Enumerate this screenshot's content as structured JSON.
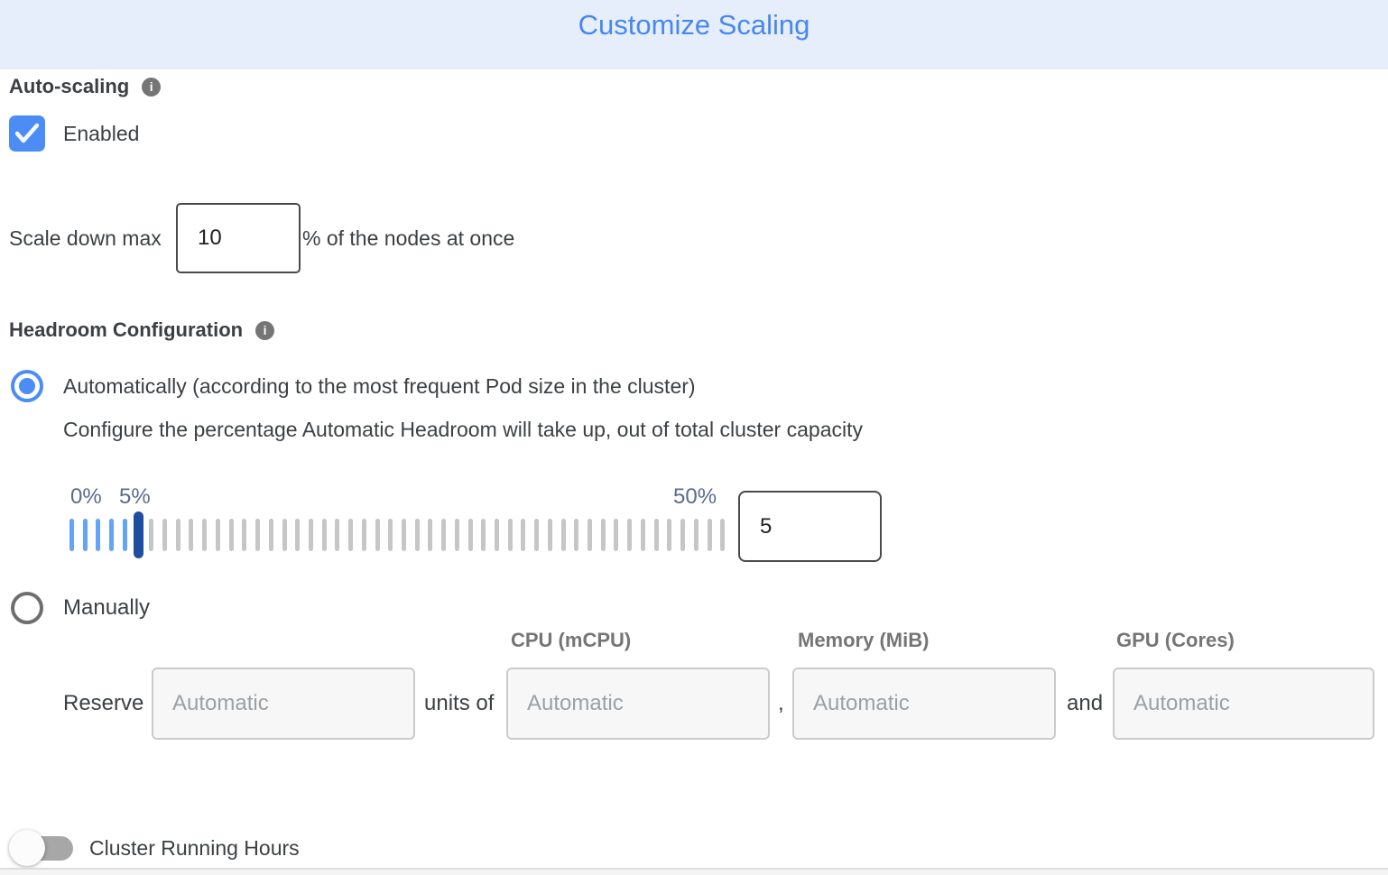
{
  "header": {
    "title": "Customize Scaling"
  },
  "auto_scaling": {
    "section_label": "Auto-scaling",
    "enabled_label": "Enabled",
    "checked": true
  },
  "scale_down": {
    "prefix_label": "Scale down max",
    "value": "10",
    "suffix_label": "% of the nodes at once"
  },
  "headroom": {
    "section_label": "Headroom Configuration",
    "automatic_option_label": "Automatically (according to the most frequent Pod size in the cluster)",
    "automatic_selected": true,
    "description": "Configure the percentage Automatic Headroom will take up, out of total cluster capacity",
    "slider": {
      "min_label": "0%",
      "handle_label": "5%",
      "max_label": "50%",
      "value": "5",
      "tick_count": 50,
      "filled_ticks": 6,
      "handle_index": 5
    },
    "manual_option_label": "Manually",
    "manual_selected": false
  },
  "reserve": {
    "prefix_label": "Reserve",
    "units_of_label": "units of",
    "comma_separator": ",",
    "and_separator": "and",
    "input_placeholder": "Automatic",
    "column_headers": [
      "CPU (mCPU)",
      "Memory (MiB)",
      "GPU (Cores)"
    ]
  },
  "cluster_running_hours": {
    "label": "Cluster Running Hours",
    "enabled": false
  },
  "icons": {
    "info": "i"
  },
  "colors": {
    "accent_blue": "#4C8DF5",
    "title_blue": "#4688F1",
    "header_bg": "#E7EEFB",
    "handle_blue": "#1D4F9E",
    "tick_blue": "#64A3F7",
    "tick_gray": "#C6C6C6",
    "slider_label": "#5B6B8D",
    "text_dark": "#3C4043",
    "text_gray": "#757575",
    "placeholder_gray": "#9AA0A6",
    "input_border_dark": "#4A4A4A",
    "disabled_bg": "#F7F7F7",
    "disabled_border": "#CBCBCB",
    "toggle_track": "#A7A7A7",
    "divider": "#DCDCDC"
  }
}
